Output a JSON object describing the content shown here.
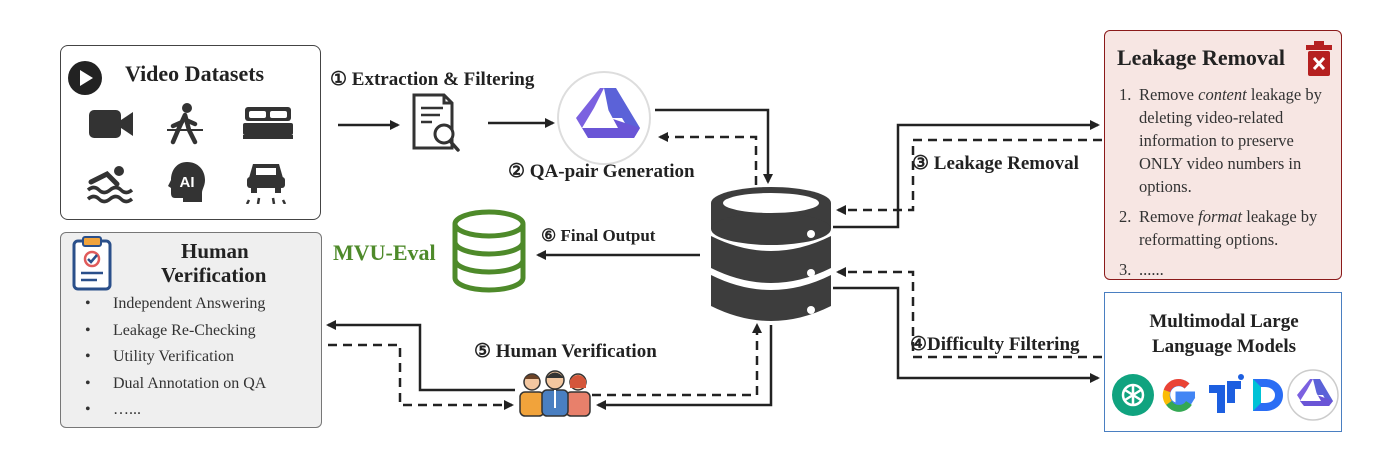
{
  "video_datasets": {
    "title": "Video Datasets",
    "icons": [
      "camera-icon",
      "walking-person-icon",
      "bed-icon",
      "swimmer-icon",
      "ai-head-icon",
      "car-icon"
    ]
  },
  "steps": {
    "s1": "① Extraction & Filtering",
    "s2": "② QA-pair Generation",
    "s3": "③ Leakage Removal",
    "s4": "④Difficulty Filtering",
    "s5": "⑤ Human Verification",
    "s6": "⑥ Final Output"
  },
  "output": {
    "label": "MVU-Eval"
  },
  "leakage_removal": {
    "title": "Leakage Removal",
    "items": [
      {
        "num": "1.",
        "pre": "Remove ",
        "em": "content",
        "post": " leakage by deleting video-related information to preserve ONLY video numbers in options."
      },
      {
        "num": "2.",
        "pre": "Remove ",
        "em": "format",
        "post": " leakage by reformatting options."
      },
      {
        "num": "3.",
        "pre": "......",
        "em": "",
        "post": ""
      }
    ]
  },
  "human_verification": {
    "title_line1": "Human",
    "title_line2": "Verification",
    "items": [
      "Independent Answering",
      "Leakage Re-Checking",
      "Utility Verification",
      "Dual Annotation on QA",
      "…..."
    ]
  },
  "mllm": {
    "title_line1": "Multimodal Large",
    "title_line2": "Language Models",
    "logos": [
      "openai-logo-icon",
      "google-logo-icon",
      "kling-logo-icon",
      "doubao-logo-icon",
      "qwen-logo-icon"
    ]
  },
  "colors": {
    "mvu_green": "#4e8a2a",
    "leak_red": "#b52020",
    "mllm_blue": "#4a7fc1",
    "db_dark": "#3d3d3d"
  }
}
